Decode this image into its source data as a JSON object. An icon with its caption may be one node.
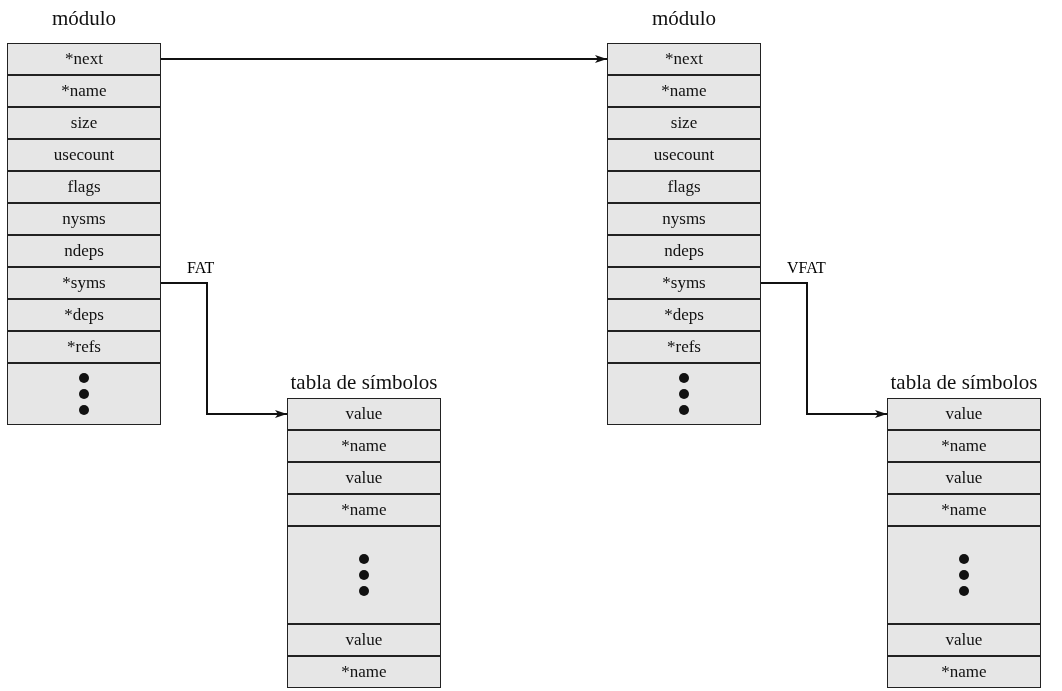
{
  "diagram": {
    "nodes": [
      {
        "text": [
          "módulo"
        ]
      },
      {
        "text": [
          "*next"
        ],
        "in": 0
      },
      {
        "text": [
          "*name"
        ],
        "in": 0
      },
      {
        "text": [
          "size"
        ],
        "in": 0
      },
      {
        "text": [
          "usecount"
        ],
        "in": 0
      },
      {
        "text": [
          "flags"
        ],
        "in": 0
      },
      {
        "text": [
          "nysms"
        ],
        "in": 0
      },
      {
        "text": [
          "ndeps"
        ],
        "in": 0
      },
      {
        "text": [
          "*syms"
        ],
        "in": 0
      },
      {
        "text": [
          "*deps"
        ],
        "in": 0
      },
      {
        "text": [
          "*refs"
        ],
        "in": 0
      },
      {
        "text": [],
        "shape": "box",
        "in": 0
      },
      {
        "text": [
          "módulo"
        ]
      },
      {
        "text": [
          "*next"
        ],
        "in": 12
      },
      {
        "text": [
          "*name"
        ],
        "in": 12
      },
      {
        "text": [
          "size"
        ],
        "in": 12
      },
      {
        "text": [
          "usecount"
        ],
        "in": 12
      },
      {
        "text": [
          "flags"
        ],
        "in": 12
      },
      {
        "text": [
          "nysms"
        ],
        "in": 12
      },
      {
        "text": [
          "ndeps"
        ],
        "in": 12
      },
      {
        "text": [
          "*syms"
        ],
        "in": 12
      },
      {
        "text": [
          "*deps"
        ],
        "in": 12
      },
      {
        "text": [
          "*refs"
        ],
        "in": 12
      },
      {
        "text": [],
        "shape": "box",
        "in": 12
      },
      {
        "text": [
          "tabla de símbolos"
        ]
      },
      {
        "text": [
          "value"
        ],
        "in": 24
      },
      {
        "text": [
          "*name"
        ],
        "in": 24
      },
      {
        "text": [
          "value"
        ],
        "in": 24
      },
      {
        "text": [
          "*name"
        ],
        "in": 24
      },
      {
        "text": [],
        "shape": "box",
        "in": 24
      },
      {
        "text": [
          "value"
        ],
        "in": 24
      },
      {
        "text": [
          "*name"
        ],
        "in": 24
      },
      {
        "text": [
          "tabla de símbolos"
        ]
      },
      {
        "text": [
          "value"
        ],
        "in": 32
      },
      {
        "text": [
          "*name"
        ],
        "in": 32
      },
      {
        "text": [
          "value"
        ],
        "in": 32
      },
      {
        "text": [
          "*name"
        ],
        "in": 32
      },
      {
        "text": [],
        "shape": "box",
        "in": 32
      },
      {
        "text": [
          "value"
        ],
        "in": 32
      },
      {
        "text": [
          "*name"
        ],
        "in": 32
      }
    ],
    "edges": [
      {
        "from": 1,
        "to": 13,
        "arrow": "to"
      },
      {
        "from": 8,
        "to": 25,
        "label": "FAT",
        "arrow": "to"
      },
      {
        "from": 20,
        "to": 33,
        "label": "VFAT",
        "arrow": "to"
      }
    ]
  }
}
